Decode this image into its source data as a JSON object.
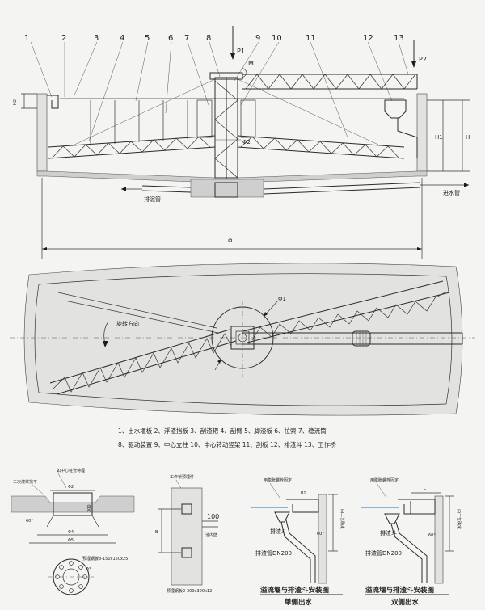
{
  "callouts": [
    "1",
    "2",
    "3",
    "4",
    "5",
    "6",
    "7",
    "8",
    "9",
    "10",
    "11",
    "12",
    "13"
  ],
  "labels": {
    "p1": "P1",
    "p2": "P2",
    "m": "M",
    "h2": "H2",
    "h1": "H1",
    "h": "H",
    "phi2": "Φ2",
    "phi": "Φ",
    "phi1": "Φ1",
    "sludge_pipe": "排泥管",
    "inlet_pipe": "进水管",
    "rotation": "旋转方向"
  },
  "legend": {
    "line1": "1、出水堰板  2、浮渣挡板  3、刮渣耙  4、刮臂  5、脚渣板  6、拉索  7、稳流筒",
    "line2": "8、驱动装置  9、中心立柱  10、中心转动竖架  11、刮板  12、排渣斗  13、工作桥"
  },
  "details": {
    "d1_top": "如中心桩管特理",
    "d1_left": "二次灌浆找平",
    "d1_phi2": "Φ2",
    "d1_300": "300",
    "d1_60": "60°",
    "d1_phi4": "Φ4",
    "d1_phi5": "Φ5",
    "d1_plate": "预埋钢板8-150x150x25",
    "d1_phi3": "Φ3",
    "d2_top": "工作桥预埋件",
    "d2_b": "B",
    "d2_100": "100",
    "d2_wall": "池内壁",
    "d2_plate": "预埋钢板2-300x300x12",
    "d3_top": "用膨胀螺栓固定",
    "d3_b1": "B1",
    "d3_hopper": "排渣斗",
    "d3_pipe": "排渣管DN200",
    "d3_right": "由工艺确定",
    "d3_60": "60°",
    "d3_title": "溢流堰与排渣斗安装图",
    "d3_sub": "单侧出水",
    "d4_top": "用膨胀螺栓固定",
    "d4_l": "L",
    "d4_hopper": "排渣斗",
    "d4_pipe": "排渣管DN200",
    "d4_right": "由工艺确定",
    "d4_60": "60°",
    "d4_title": "溢流堰与排渣斗安装图",
    "d4_sub": "双侧出水"
  }
}
